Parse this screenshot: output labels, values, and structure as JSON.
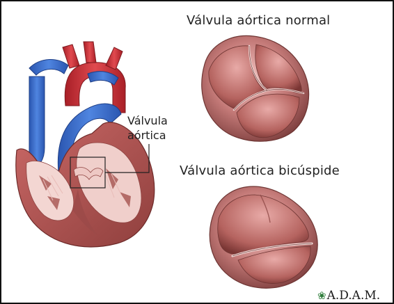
{
  "figure": {
    "normal_label": "Válvula aórtica normal",
    "bicuspid_label": "Válvula aórtica bicúspide",
    "callout_line1": "Válvula",
    "callout_line2": "aórtica",
    "logo_text": "A.D.A.M."
  },
  "colors": {
    "frame": "#111111",
    "aorta_red": "#d2343b",
    "vein_blue": "#3d6fd0",
    "myocardium": "#b8605f",
    "valve_pink": "#c47a78",
    "logo_leaf": "#2e7d3a"
  },
  "icons": {
    "logo_mark": "leaf-icon"
  }
}
